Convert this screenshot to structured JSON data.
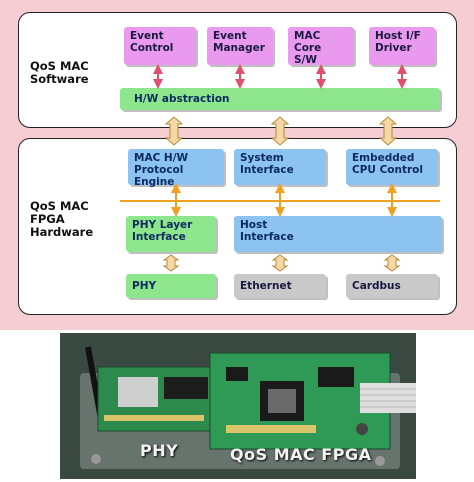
{
  "software": {
    "label": "QoS MAC\nSoftware",
    "modules": [
      "Event\nControl",
      "Event\nManager",
      "MAC Core\nS/W",
      "Host I/F\nDriver"
    ],
    "abstraction": "H/W abstraction"
  },
  "hardware": {
    "label": "QoS MAC\nFPGA\nHardware",
    "top_row": [
      "MAC H/W\nProtocol Engine",
      "System\nInterface",
      "Embedded\nCPU Control"
    ],
    "phy_layer": "PHY Layer\nInterface",
    "host": "Host\nInterface"
  },
  "external": [
    "PHY",
    "Ethernet",
    "Cardbus"
  ],
  "photo": {
    "caption_left": "PHY",
    "caption_right": "QoS MAC FPGA"
  },
  "colors": {
    "background": "#f6cdd3",
    "software_module": "#e99aee",
    "abstraction_bar": "#8ee68c",
    "hardware_block": "#8cc3f0",
    "external_grey": "#c9c9c9",
    "bus_orange": "#f0a020",
    "connector_red": "#e0506a"
  }
}
